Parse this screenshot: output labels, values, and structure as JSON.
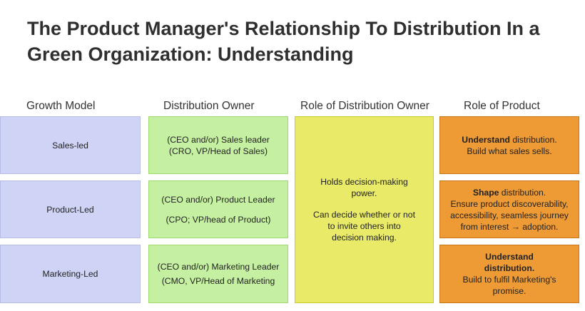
{
  "title_line1": "The Product Manager's Relationship To Distribution In a",
  "title_line2": "Green Organization: Understanding",
  "headers": {
    "growth_model": "Growth Model",
    "distribution_owner": "Distribution Owner",
    "role_of_owner": "Role of Distribution Owner",
    "role_of_product": "Role of Product"
  },
  "rows": [
    {
      "growth_model": "Sales-led",
      "owner_line1": "(CEO and/or) Sales leader",
      "owner_line2": "(CRO, VP/Head of Sales)",
      "product_bold": "Understand",
      "product_rest": " distribution.",
      "product_line2": "Build what sales sells."
    },
    {
      "growth_model": "Product-Led",
      "owner_line1": "(CEO and/or) Product Leader",
      "owner_line2": "(CPO; VP/head of Product)",
      "product_bold": "Shape",
      "product_rest": " distribution.",
      "product_line2": "Ensure product discoverability, accessibility, seamless journey from interest → adoption."
    },
    {
      "growth_model": "Marketing-Led",
      "owner_line1": "(CEO and/or) Marketing Leader",
      "owner_line2": "(CMO, VP/Head of Marketing",
      "product_bold": "Understand distribution.",
      "product_rest": "",
      "product_line2": "Build to fulfil Marketing's promise."
    }
  ],
  "owner_role": {
    "para1": "Holds decision-making power.",
    "para2": "Can decide whether or not to invite others into decision making."
  },
  "colors": {
    "growth_model": "#cfd4f6",
    "distribution_owner": "#c5f0a2",
    "role_of_owner": "#e9ea68",
    "role_of_product": "#ee9a35"
  }
}
